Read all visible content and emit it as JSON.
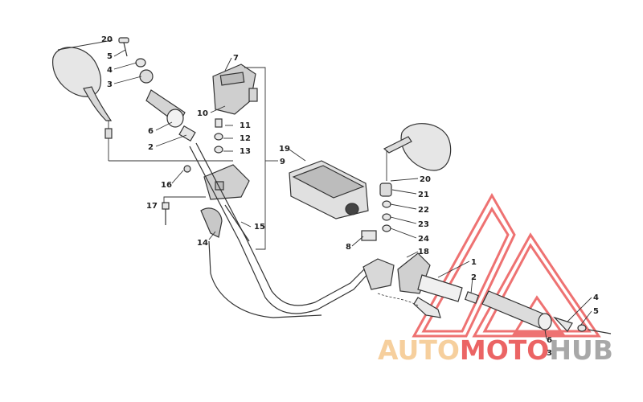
{
  "diagram": {
    "callouts": [
      {
        "id": "c20a",
        "text": "20"
      },
      {
        "id": "c5a",
        "text": "5"
      },
      {
        "id": "c4a",
        "text": "4"
      },
      {
        "id": "c3a",
        "text": "3"
      },
      {
        "id": "c6a",
        "text": "6"
      },
      {
        "id": "c2a",
        "text": "2"
      },
      {
        "id": "c7",
        "text": "7"
      },
      {
        "id": "c10",
        "text": "10"
      },
      {
        "id": "c11",
        "text": "11"
      },
      {
        "id": "c12",
        "text": "12"
      },
      {
        "id": "c13",
        "text": "13"
      },
      {
        "id": "c19",
        "text": "19"
      },
      {
        "id": "c9",
        "text": "9"
      },
      {
        "id": "c16",
        "text": "16"
      },
      {
        "id": "c17",
        "text": "17"
      },
      {
        "id": "c14",
        "text": "14"
      },
      {
        "id": "c15",
        "text": "15"
      },
      {
        "id": "c20b",
        "text": "20"
      },
      {
        "id": "c21",
        "text": "21"
      },
      {
        "id": "c22",
        "text": "22"
      },
      {
        "id": "c23",
        "text": "23"
      },
      {
        "id": "c24",
        "text": "24"
      },
      {
        "id": "c8",
        "text": "8"
      },
      {
        "id": "c18",
        "text": "18"
      },
      {
        "id": "c1",
        "text": "1"
      },
      {
        "id": "c2b",
        "text": "2"
      },
      {
        "id": "c4b",
        "text": "4"
      },
      {
        "id": "c5b",
        "text": "5"
      },
      {
        "id": "c6b",
        "text": "6"
      },
      {
        "id": "c3b",
        "text": "3"
      }
    ]
  },
  "watermark": {
    "part1": "AUTO",
    "part2": "MOTO",
    "part3": "HUB",
    "color_light": "#f5c78d",
    "color_red": "#e84a4a",
    "color_dark": "#9a9a9a"
  }
}
